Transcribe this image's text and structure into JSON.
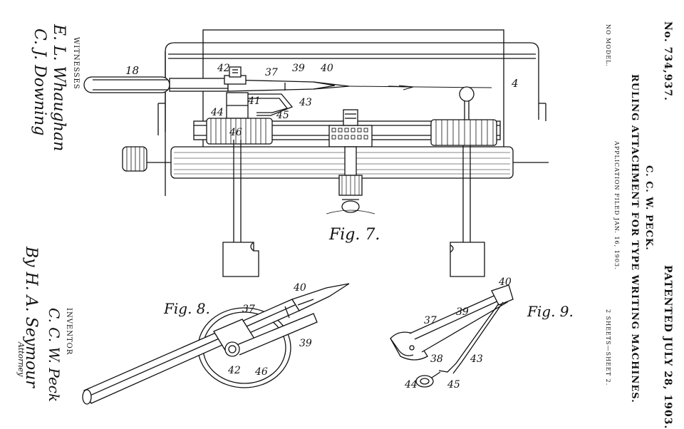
{
  "header": {
    "patent_no": "No. 734,937.",
    "patented": "PATENTED JULY 28, 1903.",
    "inventor_name": "C. C. W. PECK.",
    "title": "RULING ATTACHMENT FOR TYPE WRITING MACHINES.",
    "application": "APPLICATION FILED JAN. 16, 1903.",
    "no_model": "NO MODEL.",
    "sheets": "2 SHEETS—SHEET 2."
  },
  "witnesses": {
    "label": "WITNESSES",
    "sig1": "E. L. Whaughan",
    "sig2": "C. J. Downing"
  },
  "inventor": {
    "label": "INVENTOR",
    "sig": "C. C. W. Peck",
    "by": "By H. A. Seymour",
    "attorney": "Attorney"
  },
  "figures": {
    "fig7": "Fig. 7.",
    "fig8": "Fig. 8.",
    "fig9": "Fig. 9."
  },
  "ref_numerals": {
    "r18": "18",
    "r42": "42",
    "r37": "37",
    "r39": "39",
    "r40": "40",
    "r4": "4",
    "r41": "41",
    "r43": "43",
    "r44": "44",
    "r45": "45",
    "r46": "46",
    "r38": "38"
  }
}
